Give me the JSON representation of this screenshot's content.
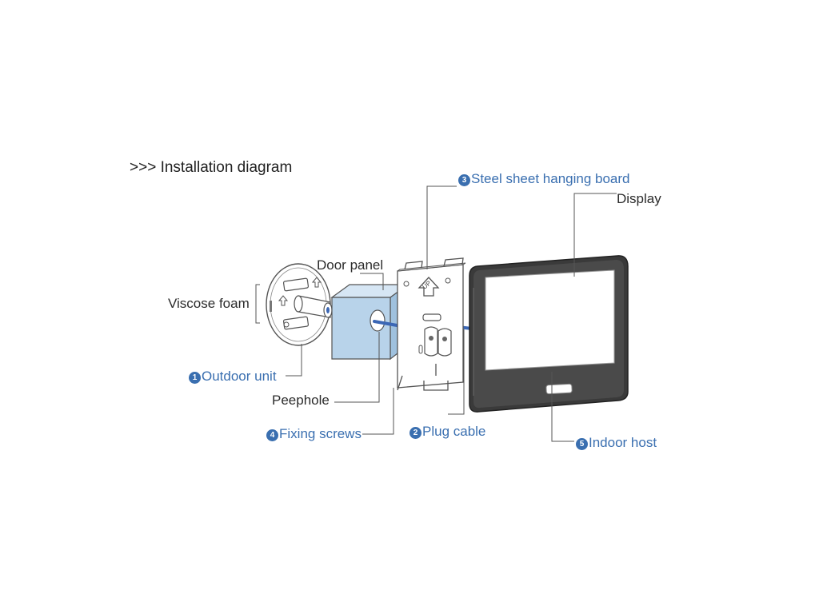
{
  "title": ">>> Installation diagram",
  "labels": {
    "steel_sheet": {
      "num": "3",
      "text": "Steel sheet hanging board"
    },
    "display": "Display",
    "door_panel": "Door panel",
    "viscose_foam": "Viscose foam",
    "outdoor_unit": {
      "num": "1",
      "text": "Outdoor unit"
    },
    "peephole": "Peephole",
    "fixing_screws": {
      "num": "4",
      "text": "Fixing screws"
    },
    "plug_cable": {
      "num": "2",
      "text": "Plug cable"
    },
    "indoor_host": {
      "num": "5",
      "text": "Indoor host"
    },
    "up_mark": "UP"
  },
  "colors": {
    "accent": "#3a6fb0",
    "door_panel_fill": "#b8d3ea",
    "cable": "#3b67b5",
    "line": "#555555"
  }
}
